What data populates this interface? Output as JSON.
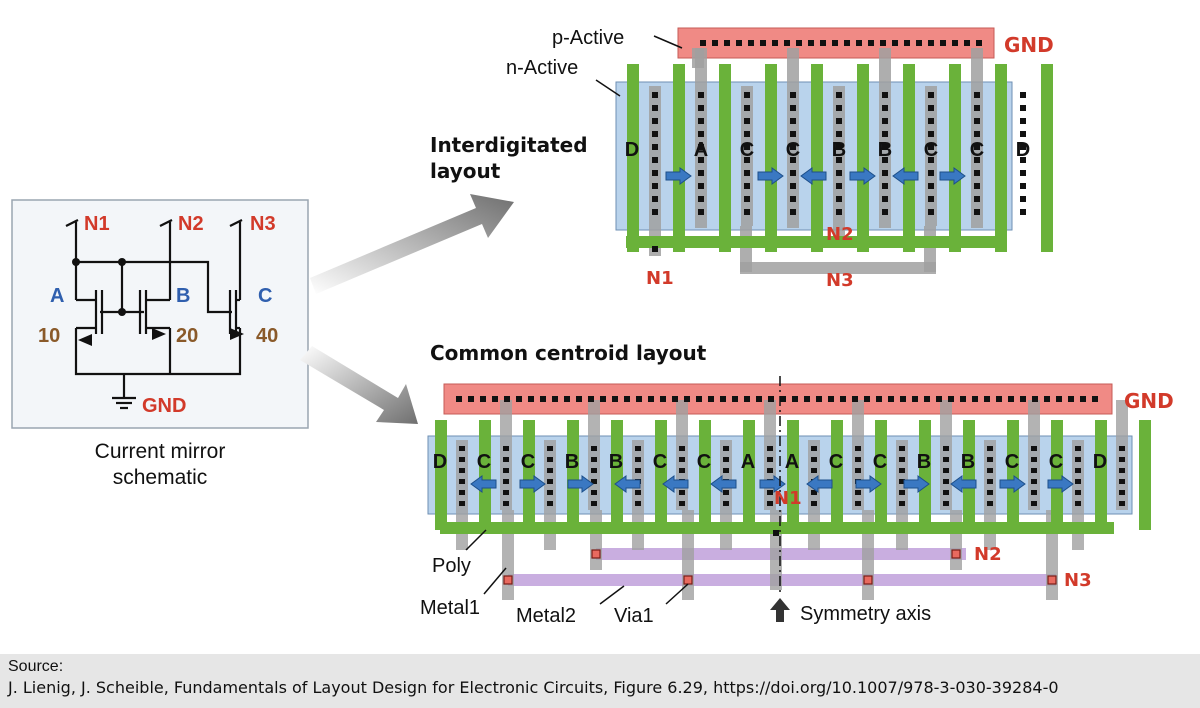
{
  "schematic": {
    "nodes": [
      "N1",
      "N2",
      "N3"
    ],
    "transistors": [
      "A",
      "B",
      "C"
    ],
    "ratios": [
      "10",
      "20",
      "40"
    ],
    "gnd": "GND",
    "caption_line1": "Current mirror",
    "caption_line2": "schematic"
  },
  "interdigitated": {
    "title_line1": "Interdigitated",
    "title_line2": "layout",
    "p_active": "p-Active",
    "n_active": "n-Active",
    "gnd": "GND",
    "letters": [
      "D",
      "A",
      "C",
      "C",
      "B",
      "B",
      "C",
      "C",
      "D"
    ],
    "arrows": [
      "right",
      "right",
      "left",
      "right",
      "left",
      "right"
    ],
    "n1": "N1",
    "n2": "N2",
    "n3": "N3"
  },
  "common_centroid": {
    "title": "Common centroid layout",
    "gnd": "GND",
    "letters": [
      "D",
      "C",
      "C",
      "B",
      "B",
      "C",
      "C",
      "A",
      "A",
      "C",
      "C",
      "B",
      "B",
      "C",
      "C",
      "D"
    ],
    "arrows": [
      "left",
      "right",
      "right",
      "left",
      "left",
      "left",
      "right",
      "left",
      "right",
      "right",
      "left",
      "right",
      "right"
    ],
    "n1": "N1",
    "n2": "N2",
    "n3": "N3",
    "legend": {
      "poly": "Poly",
      "metal1": "Metal1",
      "metal2": "Metal2",
      "via1": "Via1",
      "symmetry": "Symmetry axis"
    }
  },
  "colors": {
    "poly": "#6ab23a",
    "active": "#b9d3ec",
    "gnd_bar": "#f08a85",
    "metal1": "#a0a0a0",
    "metal2": "#c9aee0",
    "node_label": "#d23a2a",
    "transistor_label": "#2f5fae",
    "ratio_label": "#8a5a2a",
    "arrow": "#3a78c2"
  },
  "source": {
    "label": "Source:",
    "text": "J. Lienig, J. Scheible, Fundamentals of Layout Design for Electronic Circuits, Figure 6.29, https://doi.org/10.1007/978-3-030-39284-0"
  }
}
